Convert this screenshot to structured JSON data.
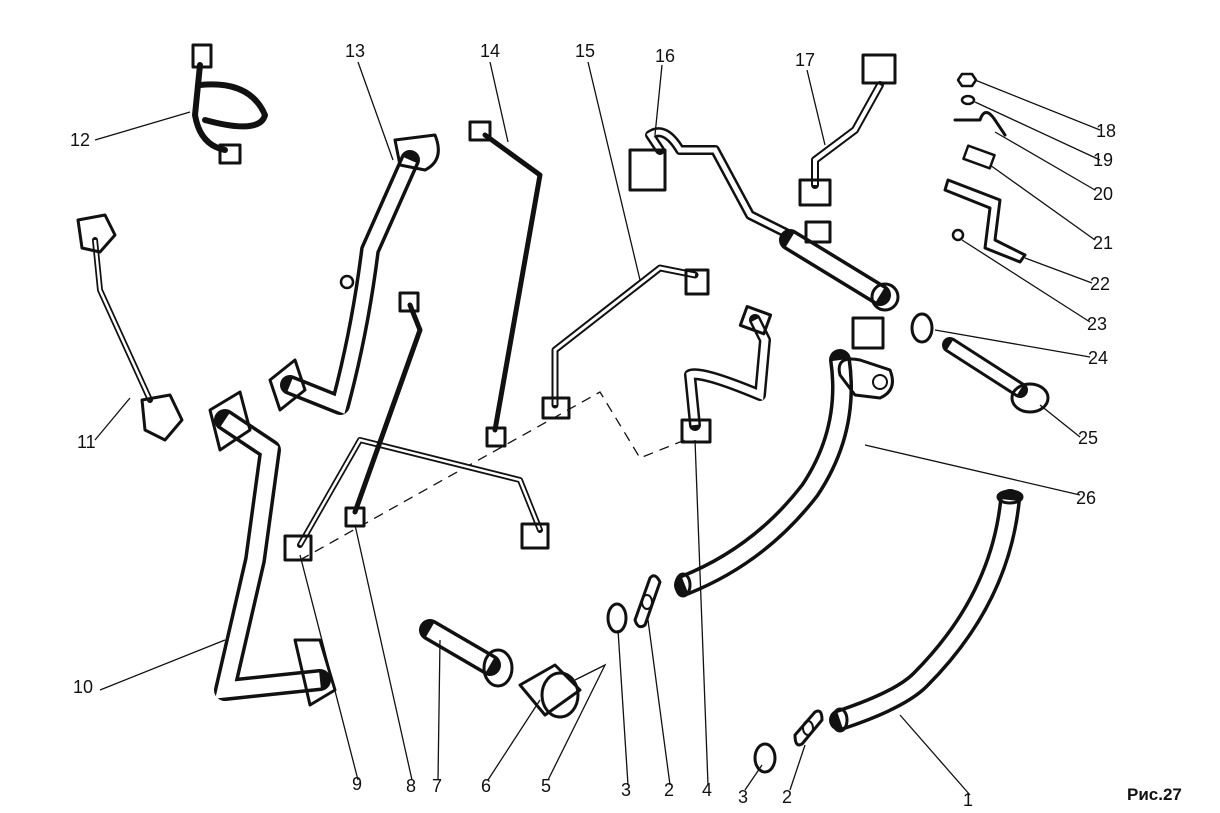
{
  "figure": {
    "caption": "Рис.27",
    "callouts": [
      "1",
      "2",
      "2",
      "3",
      "3",
      "4",
      "5",
      "6",
      "7",
      "8",
      "9",
      "10",
      "11",
      "12",
      "13",
      "14",
      "15",
      "16",
      "17",
      "18",
      "19",
      "20",
      "21",
      "22",
      "23",
      "24",
      "25",
      "26"
    ]
  },
  "colors": {
    "ink": "#111111",
    "paper": "#ffffff"
  }
}
